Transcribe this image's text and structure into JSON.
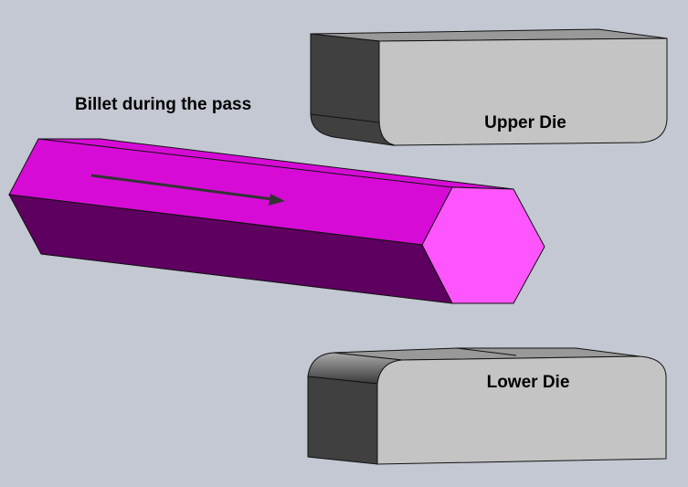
{
  "labels": {
    "billet": "Billet during the pass",
    "upper_die": "Upper Die",
    "lower_die": "Lower Die"
  },
  "colors": {
    "background": "#c3c8d2",
    "billet_top": "#d60cd6",
    "billet_bottom": "#5e0060",
    "billet_end": "#ff55ff",
    "die_front": "#c4c4c4",
    "die_side": "#404040",
    "die_top": "#999999"
  }
}
